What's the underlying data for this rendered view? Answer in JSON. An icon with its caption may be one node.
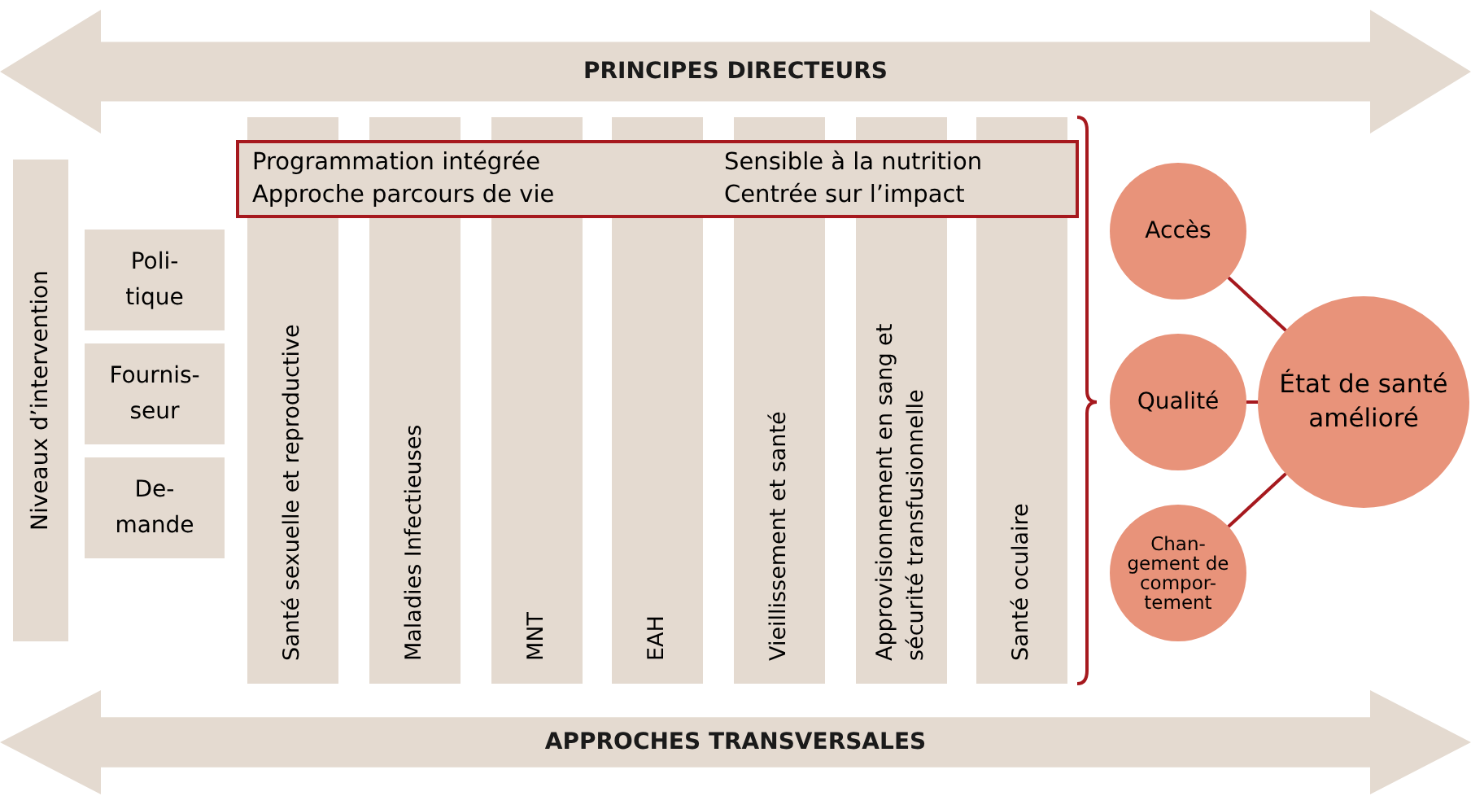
{
  "diagram": {
    "nodes": [
      {
        "text": [
          "PRINCIPES DIRECTEURS"
        ]
      },
      {
        "text": [
          "Niveaux d’intervention"
        ]
      },
      {
        "text": [
          "Poli- tique"
        ]
      },
      {
        "text": [
          "Fournis- seur"
        ]
      },
      {
        "text": [
          "De- mande"
        ]
      },
      {
        "text": [
          "Programmation intégrée",
          "Approche parcours de vie",
          "Sensible à la nutrition",
          "Centrée sur l’impact"
        ]
      },
      {
        "text": [
          "Santé sexuelle et reproductive"
        ]
      },
      {
        "text": [
          "Maladies Infectieuses"
        ]
      },
      {
        "text": [
          "MNT"
        ]
      },
      {
        "text": [
          "EAH"
        ]
      },
      {
        "text": [
          "Vieillissement et santé"
        ]
      },
      {
        "text": [
          "Approvisionnement en sang et sécurité transfusionnelle"
        ]
      },
      {
        "text": [
          "Santé oculaire"
        ]
      },
      {
        "text": [
          "Accès"
        ]
      },
      {
        "text": [
          "Qualité"
        ]
      },
      {
        "text": [
          "Chan- gement de compor- tement"
        ]
      },
      {
        "text": [
          "État de santé amélioré"
        ]
      },
      {
        "text": [
          "APPROCHES TRANSVERSALES"
        ]
      }
    ],
    "edges": [
      {
        "from": 13,
        "to": 16,
        "arrow": "none"
      },
      {
        "from": 14,
        "to": 16,
        "arrow": "none"
      },
      {
        "from": 15,
        "to": 16,
        "arrow": "none"
      }
    ]
  }
}
